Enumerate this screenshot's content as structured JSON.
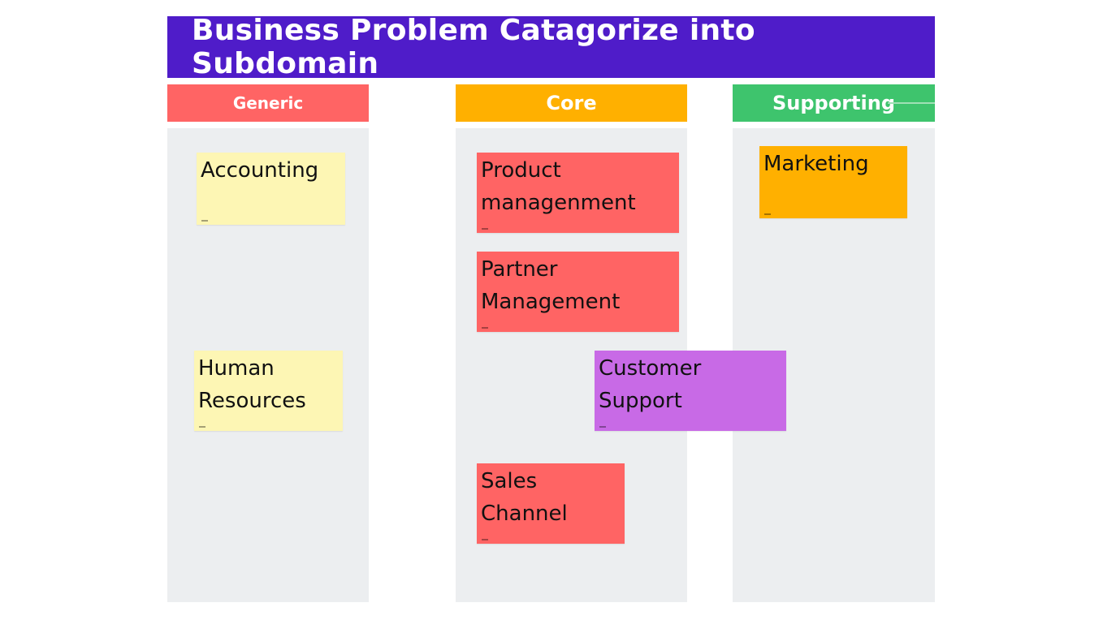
{
  "title": "Business Problem Catagorize into Subdomain",
  "colors": {
    "title_bar": "#4f1cc9",
    "generic": "#ff6464",
    "core": "#ffb000",
    "supporting": "#3ec46d",
    "column_body": "#eceef0",
    "note_yellow": "#fdf6b4",
    "note_red": "#ff6464",
    "note_orange": "#ffb000",
    "note_purple": "#c86ae6"
  },
  "columns": {
    "generic": {
      "label": "Generic"
    },
    "core": {
      "label": "Core"
    },
    "supporting": {
      "label": "Supporting"
    }
  },
  "notes": {
    "accounting": {
      "lines": [
        "Accounting"
      ],
      "color": "yellow"
    },
    "human_resources": {
      "lines": [
        "Human",
        "Resources"
      ],
      "color": "yellow"
    },
    "product_management": {
      "lines": [
        "Product",
        "managenment"
      ],
      "color": "red"
    },
    "partner_management": {
      "lines": [
        "Partner",
        "Management"
      ],
      "color": "red"
    },
    "customer_support": {
      "lines": [
        "Customer",
        "Support"
      ],
      "color": "purple"
    },
    "sales_channel": {
      "lines": [
        "Sales",
        "Channel"
      ],
      "color": "red"
    },
    "marketing": {
      "lines": [
        "Marketing"
      ],
      "color": "orange"
    }
  }
}
